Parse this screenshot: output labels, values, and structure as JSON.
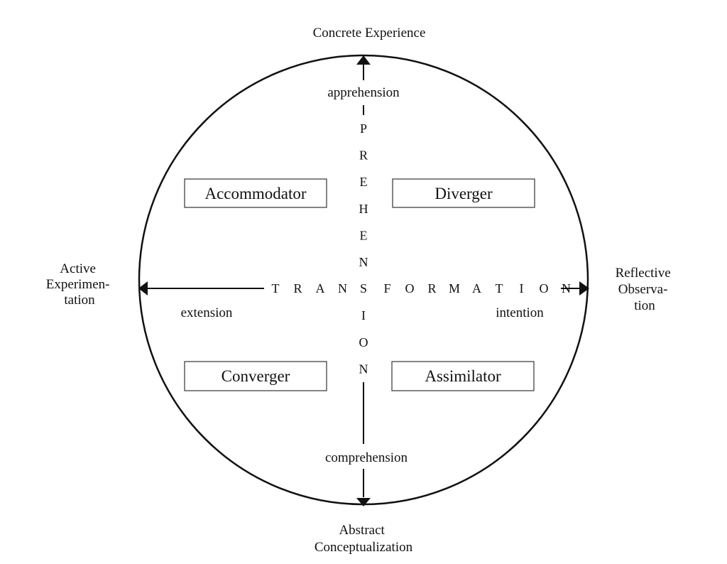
{
  "poles": {
    "top": "Concrete Experience",
    "left": [
      "Active",
      "Experimen-",
      "tation"
    ],
    "right": [
      "Reflective",
      "Observa-",
      "tion"
    ],
    "bottom": [
      "Abstract",
      "Conceptualization"
    ]
  },
  "modes": {
    "apprehension": "apprehension",
    "comprehension": "comprehension",
    "extension": "extension",
    "intention": "intention"
  },
  "axes": {
    "vertical": "PREHENSION",
    "horizontal": "TRANSFORMATION"
  },
  "styles": {
    "accommodator": "Accommodator",
    "diverger": "Diverger",
    "converger": "Converger",
    "assimilator": "Assimilator"
  },
  "colors": {
    "ink": "#111111",
    "background": "#ffffff"
  }
}
